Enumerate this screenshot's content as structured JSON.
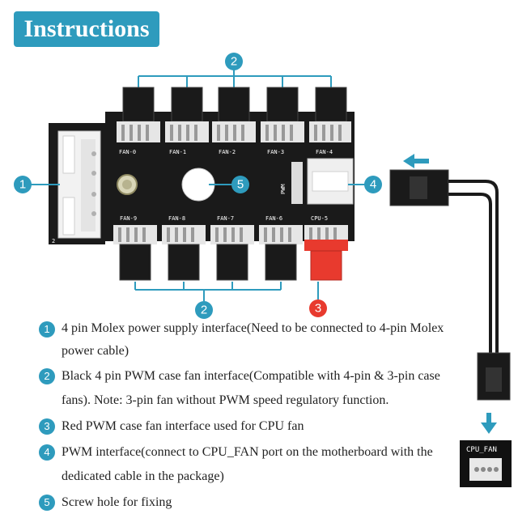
{
  "title": "Instructions",
  "callouts": {
    "fan_top": "2",
    "molex": "1",
    "screw": "5",
    "pwm": "4",
    "fan_bottom": "2",
    "cpu": "3"
  },
  "board": {
    "top_fans": [
      "FAN-0",
      "FAN-1",
      "FAN-2",
      "FAN-3",
      "FAN-4"
    ],
    "bottom_fans": [
      "FAN-9",
      "FAN-8",
      "FAN-7",
      "FAN-6",
      "CPU-5"
    ],
    "pwm_label": "PWM",
    "side_label": "2"
  },
  "header_label": "CPU_FAN",
  "instructions": [
    {
      "num": "1",
      "text": "4 pin Molex power supply interface(Need to be connected to 4-pin Molex power cable)"
    },
    {
      "num": "2",
      "text": "Black 4 pin PWM case fan interface(Compatible with 4-pin & 3-pin case fans). Note: 3-pin fan without PWM speed regulatory function."
    },
    {
      "num": "3",
      "text": "Red PWM case fan interface used for CPU fan"
    },
    {
      "num": "4",
      "text": "PWM interface(connect to CPU_FAN port on the motherboard with the dedicated cable in the package)"
    },
    {
      "num": "5",
      "text": "Screw hole for fixing"
    }
  ],
  "colors": {
    "accent": "#2e9bbd",
    "board": "#1a1a1a",
    "cpu_connector": "#e83a2e",
    "arrow": "#2e9bbd"
  }
}
